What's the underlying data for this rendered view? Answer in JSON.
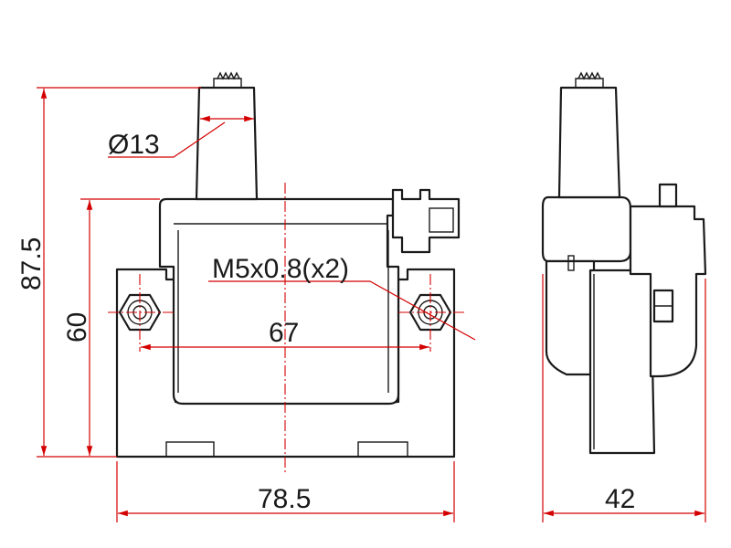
{
  "dimensions": {
    "diameter": "Ø13",
    "thread": "M5x0.8(x2)",
    "hole_spacing": "67",
    "body_height": "60",
    "total_height": "87.5",
    "body_width": "78.5",
    "depth": "42"
  },
  "colors": {
    "dimension_line": "#d40000",
    "outline": "#1a1a1a",
    "background": "#ffffff"
  }
}
